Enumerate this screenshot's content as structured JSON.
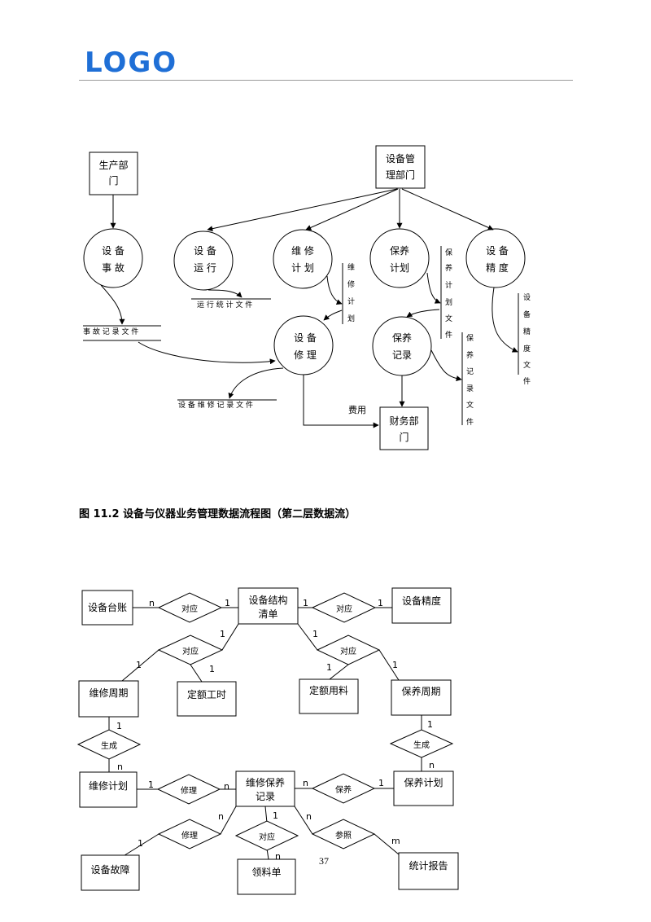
{
  "header": {
    "logo": "LOGO"
  },
  "dfd": {
    "prod_dept": [
      "生产部",
      "门"
    ],
    "eq_dept": [
      "设备管",
      "理部门"
    ],
    "accident": [
      "设 备",
      "事 故"
    ],
    "run": [
      "设 备",
      "运 行"
    ],
    "repair_plan": [
      "维 修",
      "计 划"
    ],
    "maint_plan": [
      "保养",
      "计划"
    ],
    "precision": [
      "设 备",
      "精 度"
    ],
    "repair": [
      "设 备",
      "修 理"
    ],
    "maint_record": [
      "保养",
      "记录"
    ],
    "finance": [
      "财务部",
      "门"
    ],
    "run_stat_file": "运 行 统 计 文 件",
    "accident_file": "事 故 记 录 文 件",
    "repair_record_file": "设 备 维 修 记 录 文 件",
    "repair_plan_file": [
      "维",
      "修",
      "计",
      "划"
    ],
    "maint_plan_file": [
      "保",
      "养",
      "计",
      "划",
      "文",
      "件"
    ],
    "maint_record_file": [
      "保",
      "养",
      "记",
      "录",
      "文",
      "件"
    ],
    "precision_file": [
      "设",
      "备",
      "精",
      "度",
      "文",
      "件"
    ],
    "cost_label": "费用"
  },
  "caption": "图 11.2 设备与仪器业务管理数据流程图（第二层数据流）",
  "er": {
    "ledger": "设备台账",
    "structure": [
      "设备结构",
      "清单"
    ],
    "precision": "设备精度",
    "repair_cycle": "维修周期",
    "quota_hours": "定额工时",
    "quota_material": "定额用料",
    "maint_cycle": "保养周期",
    "repair_plan": "维修计划",
    "record": [
      "维修保养",
      "记录"
    ],
    "maint_plan": "保养计划",
    "fault": "设备故障",
    "material_slip": "领料单",
    "stat_report": "统计报告",
    "rel_correspond": "对应",
    "rel_generate": "生成",
    "rel_repair": "修理",
    "rel_maintain": "保养",
    "rel_refer": "参照",
    "card_1": "1",
    "card_n": "n",
    "card_m": "m"
  },
  "footer": {
    "page": "37"
  }
}
